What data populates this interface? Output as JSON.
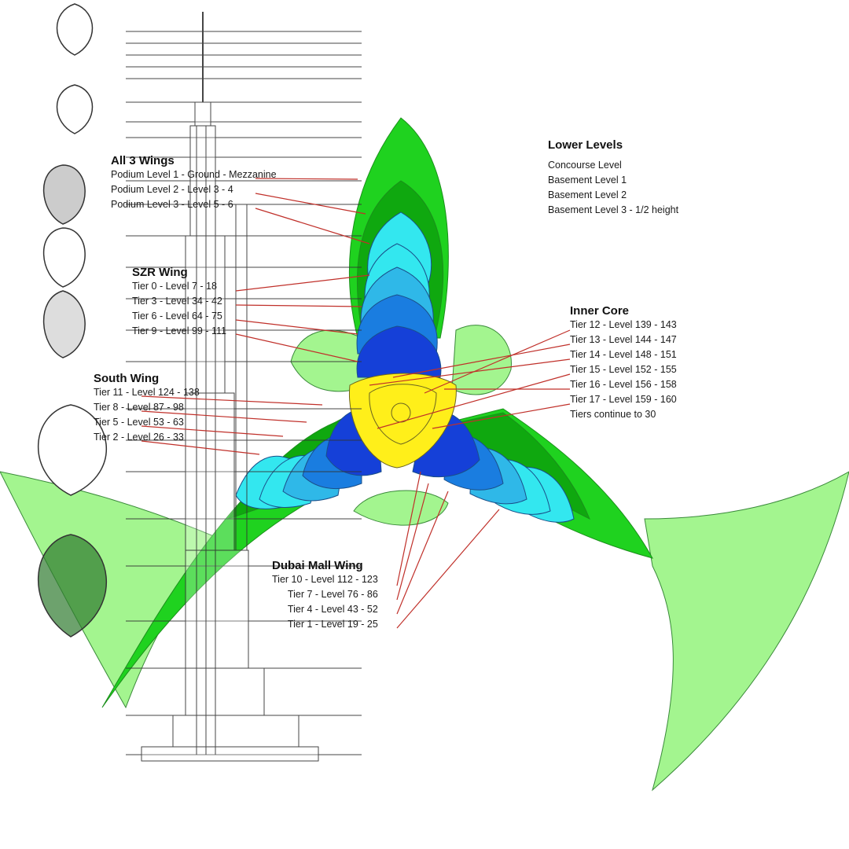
{
  "colors": {
    "light_green": "#a3f58f",
    "green": "#1fd21f",
    "dark_green": "#0fa80f",
    "cyan": "#33e7ef",
    "light_blue": "#2fb8e8",
    "blue": "#1a7de0",
    "dark_blue": "#1540d8",
    "yellow": "#ffef1a",
    "arrow": "#c0302a",
    "drawing": "#333333"
  },
  "lower_levels": {
    "heading": "Lower Levels",
    "items": [
      "Concourse Level",
      "Basement Level 1",
      "Basement Level 2",
      "Basement Level 3 - 1/2 height"
    ]
  },
  "all_wings": {
    "heading": "All 3 Wings",
    "items": [
      "Podium Level 1 - Ground - Mezzanine",
      "Podium Level 2 - Level 3 - 4",
      "Podium Level 3 - Level 5 - 6"
    ]
  },
  "szr_wing": {
    "heading": "SZR Wing",
    "items": [
      "Tier 0 - Level 7 - 18",
      "Tier 3 - Level 34 - 42",
      "Tier 6 - Level 64 - 75",
      "Tier 9 - Level 99 - 111"
    ]
  },
  "south_wing": {
    "heading": "South Wing",
    "items": [
      "Tier 11 - Level 124 - 138",
      "Tier 8 - Level 87 - 98",
      "Tier 5 - Level 53 - 63",
      "Tier 2 - Level 26 - 33"
    ]
  },
  "inner_core": {
    "heading": "Inner Core",
    "items": [
      "Tier 12 - Level 139 - 143",
      "Tier 13 - Level 144 - 147",
      "Tier 14 - Level 148 - 151",
      "Tier 15 - Level 152 - 155",
      "Tier 16 - Level 156 - 158",
      "Tier 17 - Level 159 - 160",
      "Tiers continue to 30"
    ]
  },
  "dubai_mall_wing": {
    "heading": "Dubai Mall Wing",
    "items": [
      "Tier 10 - Level 112 - 123",
      "Tier 7 - Level 76 - 86",
      "Tier 4 - Level 43 - 52",
      "Tier 1 - Level 19 - 25"
    ]
  }
}
